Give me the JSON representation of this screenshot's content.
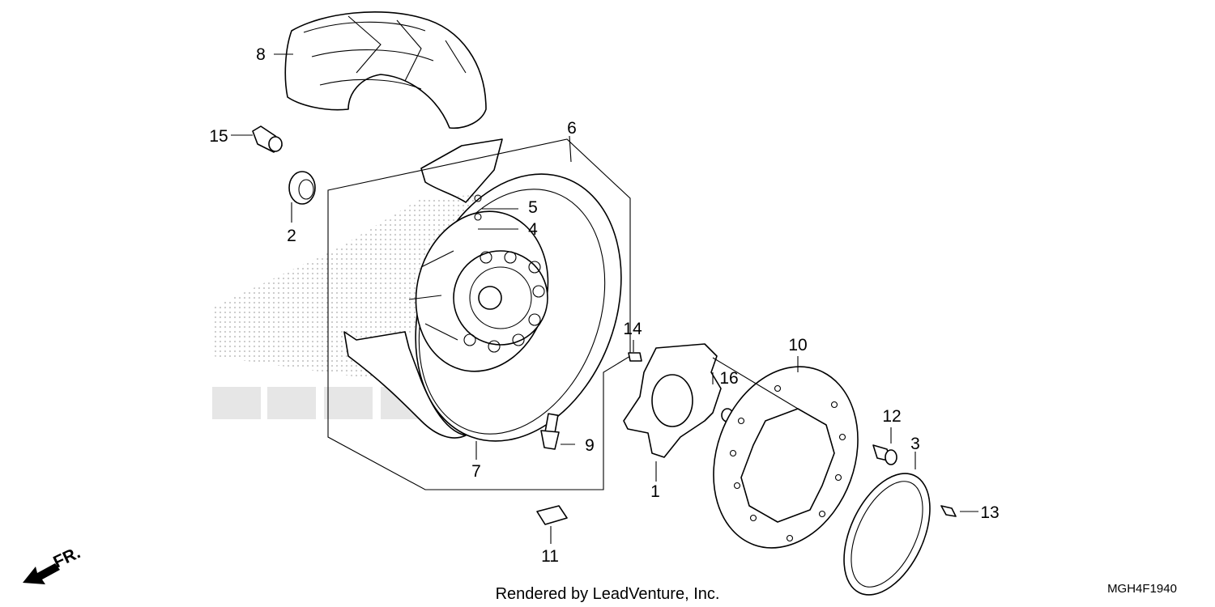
{
  "parts": [
    {
      "id": "p1",
      "label": "1"
    },
    {
      "id": "p2",
      "label": "2"
    },
    {
      "id": "p3",
      "label": "3"
    },
    {
      "id": "p4",
      "label": "4"
    },
    {
      "id": "p5",
      "label": "5"
    },
    {
      "id": "p6",
      "label": "6"
    },
    {
      "id": "p7",
      "label": "7"
    },
    {
      "id": "p8",
      "label": "8"
    },
    {
      "id": "p9",
      "label": "9"
    },
    {
      "id": "p10",
      "label": "10"
    },
    {
      "id": "p11",
      "label": "11"
    },
    {
      "id": "p12",
      "label": "12"
    },
    {
      "id": "p13",
      "label": "13"
    },
    {
      "id": "p14",
      "label": "14"
    },
    {
      "id": "p15",
      "label": "15"
    },
    {
      "id": "p16",
      "label": "16"
    }
  ],
  "front_marker": "FR.",
  "footer": "Rendered by LeadVenture, Inc.",
  "diagram_code": "MGH4F1940"
}
